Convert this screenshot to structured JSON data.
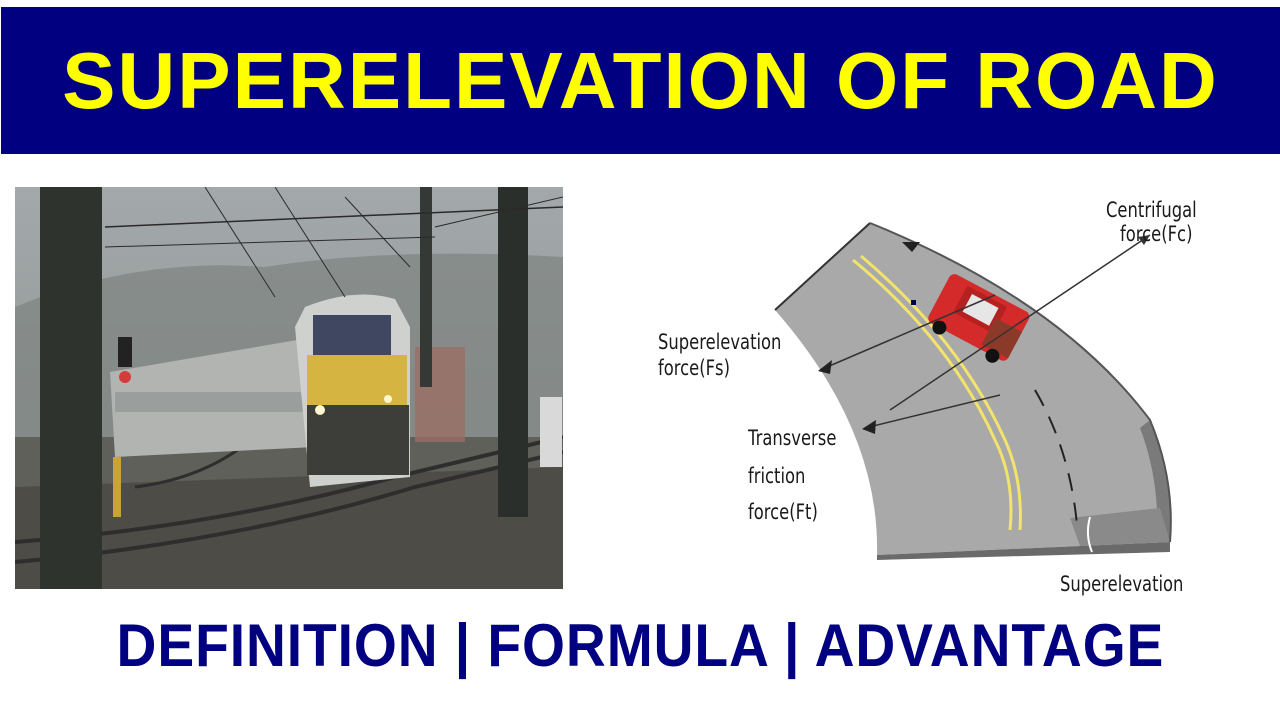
{
  "header": {
    "title": "SUPERELEVATION OF ROAD",
    "background_color": "#000080",
    "text_color": "#ffff00"
  },
  "photo": {
    "description": "Train on a curved railway track with overhead electric lines"
  },
  "diagram": {
    "labels": {
      "centrifugal_line1": "Centrifugal",
      "centrifugal_line2": "force(Fc)",
      "superelevation_force_line1": "Superelevation",
      "superelevation_force_line2": "force(Fs)",
      "transverse_line1": "Transverse",
      "transverse_line2": "friction",
      "transverse_line3": "force(Ft)",
      "superelevation_bottom": "Superelevation"
    }
  },
  "footer": {
    "text": "DEFINITION | FORMULA | ADVANTAGE",
    "text_color": "#000080"
  }
}
